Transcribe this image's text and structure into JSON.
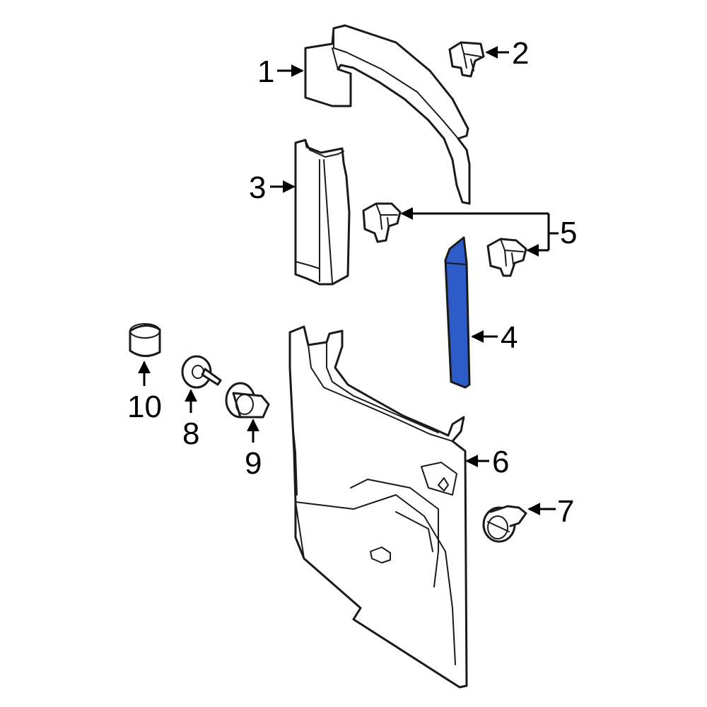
{
  "highlight_color": "#2d5bc8",
  "line_color": "#1a1a1a",
  "callouts": {
    "c1": "1",
    "c2": "2",
    "c3": "3",
    "c4": "4",
    "c5": "5",
    "c6": "6",
    "c7": "7",
    "c8": "8",
    "c9": "9",
    "c10": "10"
  },
  "highlighted_part": "4"
}
